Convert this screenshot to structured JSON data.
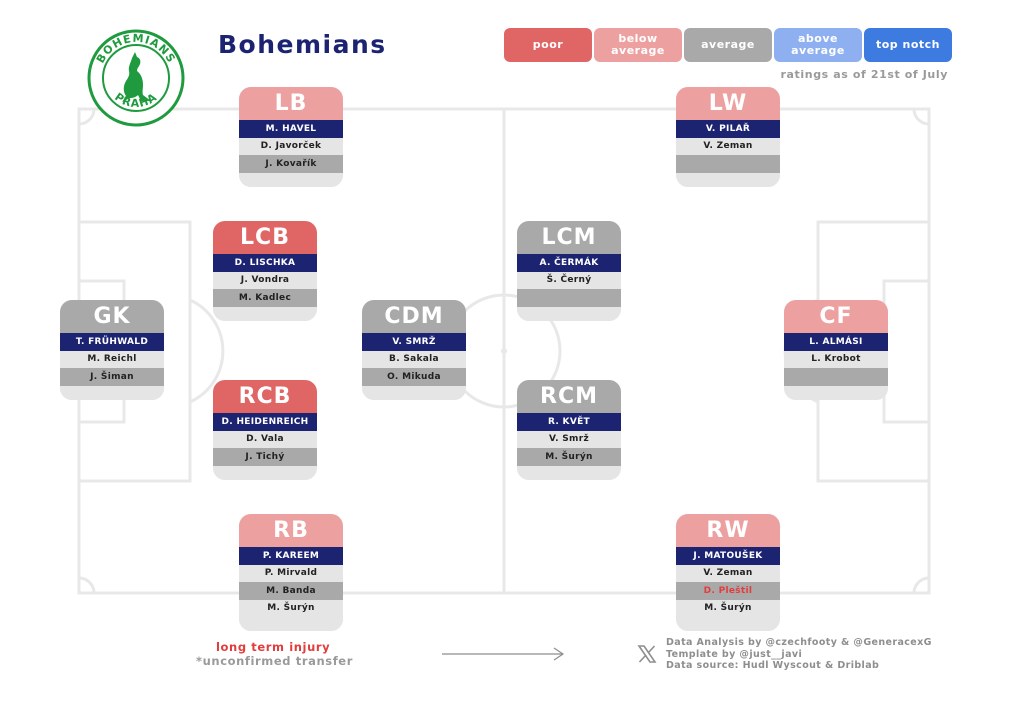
{
  "header": {
    "team_name": "Bohemians",
    "logo_text_top": "BOHEMIANS",
    "logo_text_bottom": "PRAHA",
    "ratings_note": "ratings as of 21st of July"
  },
  "legend": [
    {
      "label_line1": "poor",
      "label_line2": "",
      "color": "#e06666"
    },
    {
      "label_line1": "below",
      "label_line2": "average",
      "color": "#eda0a0"
    },
    {
      "label_line1": "average",
      "label_line2": "",
      "color": "#a9a9a9"
    },
    {
      "label_line1": "above",
      "label_line2": "average",
      "color": "#8fb0f0"
    },
    {
      "label_line1": "top notch",
      "label_line2": "",
      "color": "#3d7be0"
    }
  ],
  "colors": {
    "starter_bg": "#1c2472",
    "injury": "#e23c3c",
    "pitch_lines": "#e8e8e8"
  },
  "positions": {
    "gk": {
      "label": "GK",
      "rating": "average",
      "players": [
        {
          "name": "T. FRÜHWALD",
          "style": "starter"
        },
        {
          "name": "M. Reichl",
          "style": "light"
        },
        {
          "name": "J. Šiman",
          "style": "dark"
        }
      ]
    },
    "lb": {
      "label": "LB",
      "rating": "below",
      "players": [
        {
          "name": "M. HAVEL",
          "style": "starter"
        },
        {
          "name": "D. Javorček",
          "style": "light"
        },
        {
          "name": "J. Kovařík",
          "style": "dark"
        }
      ]
    },
    "lcb": {
      "label": "LCB",
      "rating": "poor",
      "players": [
        {
          "name": "D. LISCHKA",
          "style": "starter"
        },
        {
          "name": "J. Vondra",
          "style": "light"
        },
        {
          "name": "M. Kadlec",
          "style": "dark"
        }
      ]
    },
    "rcb": {
      "label": "RCB",
      "rating": "poor",
      "players": [
        {
          "name": "D. HEIDENREICH",
          "style": "starter"
        },
        {
          "name": "D. Vala",
          "style": "light"
        },
        {
          "name": "J. Tichý",
          "style": "dark"
        }
      ]
    },
    "rb": {
      "label": "RB",
      "rating": "below",
      "players": [
        {
          "name": "P. KAREEM",
          "style": "starter"
        },
        {
          "name": "P. Mirvald",
          "style": "light"
        },
        {
          "name": "M. Banda",
          "style": "dark"
        },
        {
          "name": "M. Šurýn",
          "style": "light"
        }
      ]
    },
    "cdm": {
      "label": "CDM",
      "rating": "average",
      "players": [
        {
          "name": "V. SMRŽ",
          "style": "starter"
        },
        {
          "name": "B. Sakala",
          "style": "light"
        },
        {
          "name": "O. Mikuda",
          "style": "dark"
        }
      ]
    },
    "lcm": {
      "label": "LCM",
      "rating": "average",
      "players": [
        {
          "name": "A. ČERMÁK",
          "style": "starter"
        },
        {
          "name": "Š. Černý",
          "style": "light"
        },
        {
          "name": "",
          "style": "dark"
        }
      ]
    },
    "rcm": {
      "label": "RCM",
      "rating": "average",
      "players": [
        {
          "name": "R. KVĚT",
          "style": "starter"
        },
        {
          "name": "V. Smrž",
          "style": "light"
        },
        {
          "name": "M. Šurýn",
          "style": "dark"
        }
      ]
    },
    "lw": {
      "label": "LW",
      "rating": "below",
      "players": [
        {
          "name": "V. PILAŘ",
          "style": "starter"
        },
        {
          "name": "V. Zeman",
          "style": "light"
        },
        {
          "name": "",
          "style": "dark"
        }
      ]
    },
    "rw": {
      "label": "RW",
      "rating": "below",
      "players": [
        {
          "name": "J. MATOUŠEK",
          "style": "starter"
        },
        {
          "name": "V. Zeman",
          "style": "light"
        },
        {
          "name": "D. Pleštil",
          "style": "dark injured"
        },
        {
          "name": "M. Šurýn",
          "style": "light"
        }
      ]
    },
    "cf": {
      "label": "CF",
      "rating": "below",
      "players": [
        {
          "name": "L. ALMÁSI",
          "style": "starter"
        },
        {
          "name": "L. Krobot",
          "style": "light"
        },
        {
          "name": "",
          "style": "dark"
        }
      ]
    }
  },
  "rating_colors": {
    "poor": "#e06666",
    "below": "#eda0a0",
    "average": "#a9a9a9",
    "above": "#8fb0f0",
    "top": "#3d7be0"
  },
  "footer": {
    "injury_note": "long term injury",
    "transfer_note": "*unconfirmed transfer",
    "credit_line1": "Data Analysis by @czechfooty & @GeneracexG",
    "credit_line2": "Template by @just__javi",
    "credit_line3": "Data source: Hudl Wyscout & Driblab"
  }
}
